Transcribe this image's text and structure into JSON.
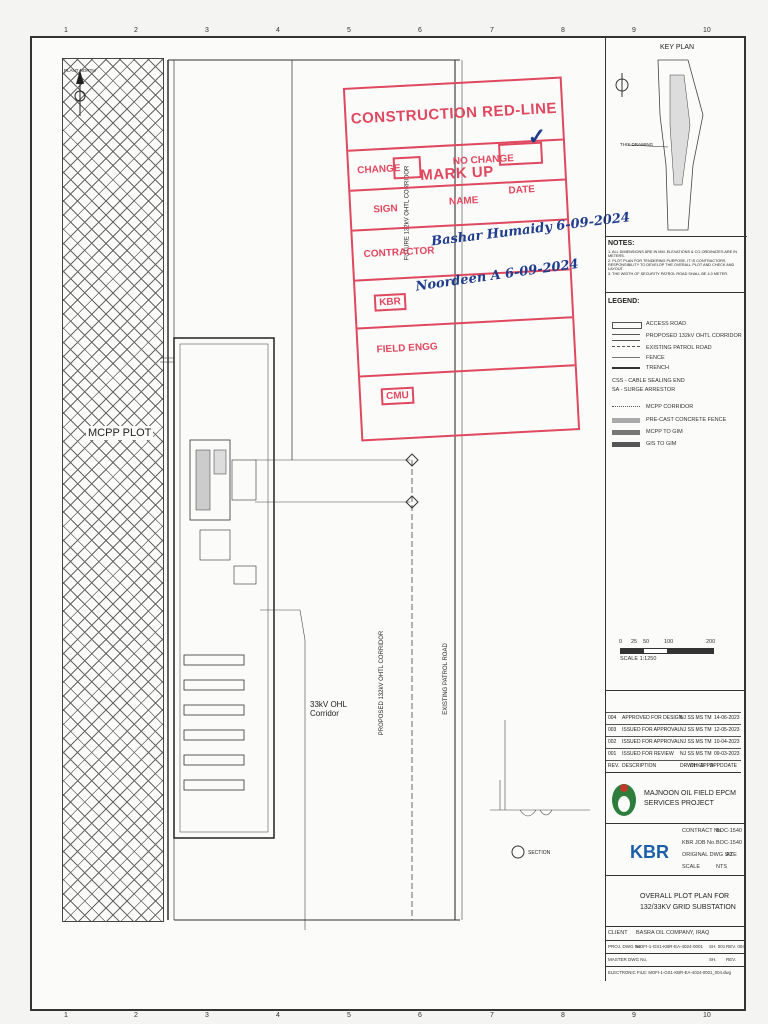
{
  "grid_numbers_top": [
    "1",
    "2",
    "3",
    "4",
    "5",
    "6",
    "7",
    "8",
    "9",
    "10"
  ],
  "grid_numbers_bottom": [
    "1",
    "2",
    "3",
    "4",
    "5",
    "6",
    "7",
    "8",
    "9",
    "10"
  ],
  "key_plan": {
    "title": "KEY PLAN",
    "label": "THIS DRAWING"
  },
  "notes": {
    "title": "NOTES:",
    "items": [
      "1. ALL DIMENSIONS ARE IN MM. ELEVATIONS & CO-ORDINATES ARE IN METERS.",
      "2. PLOT PLAN FOR TENDERING PURPOSE. IT IS CONTRACTORS RESPONSIBILITY TO DEVELOP THE OVERALL PLOT AND CHECK AND LAYOUT.",
      "3. THE WIDTH OF SECURITY PATROL ROAD SHALL BE 4.0 METER."
    ]
  },
  "legend": {
    "title": "LEGEND:",
    "items": [
      "ACCESS ROAD",
      "PROPOSED 132kV OHTL CORRIDOR",
      "EXISTING PATROL ROAD",
      "FENCE",
      "TRENCH",
      "CSS - CABLE SEALING END",
      "SA - SURGE ARRESTOR",
      "MCPP CORRIDOR",
      "PRE-CAST CONCRETE FENCE",
      "MCPP TO GIM",
      "GIS TO GIM"
    ]
  },
  "scale": {
    "ticks": [
      "0",
      "25",
      "50",
      "100",
      "200"
    ],
    "label": "SCALE 1:1250"
  },
  "plan_labels": {
    "mcpp_plot": "MCPP PLOT",
    "ohl_corridor": "33kV OHL Corridor",
    "proposed_corridor": "PROPOSED 132kV OHTL CORRIDOR",
    "existing_patrol": "EXISTING PATROL ROAD",
    "future_corridor": "FUTURE 132kV OHTL CORRIDOR",
    "plant_north": "PLANT NORTH",
    "section": "SECTION"
  },
  "stamp": {
    "header": "CONSTRUCTION RED-LINE MARK UP",
    "change": "CHANGE",
    "no_change": "NO CHANGE",
    "sign": "SIGN",
    "name": "NAME",
    "date": "DATE",
    "contractor": "CONTRACTOR",
    "kbr": "KBR",
    "field_engg": "FIELD ENGG",
    "cmu": "CMU",
    "tick": "✓",
    "sig1": "Bashar Humaidy 6-09-2024",
    "sig2": "Noordeen A 6-09-2024"
  },
  "revisions": {
    "header": [
      "REV.",
      "DESCRIPTION",
      "DRWN",
      "CHKD",
      "APPD",
      "APPD",
      "DATE"
    ],
    "rows": [
      {
        "rev": "004",
        "desc": "APPROVED FOR DESIGN",
        "by": "NJ  SS  MS  TM",
        "date": "14-06-2023"
      },
      {
        "rev": "003",
        "desc": "ISSUED FOR APPROVAL",
        "by": "NJ  SS  MS  TM",
        "date": "12-05-2023"
      },
      {
        "rev": "002",
        "desc": "ISSUED FOR APPROVAL",
        "by": "NJ  SS  MS  TM",
        "date": "10-04-2023"
      },
      {
        "rev": "001",
        "desc": "ISSUED FOR REVIEW",
        "by": "NJ  SS  MS  TM",
        "date": "09-03-2023"
      }
    ]
  },
  "project": {
    "name_line1": "MAJNOON OIL FIELD EPCM",
    "name_line2": "SERVICES PROJECT"
  },
  "kbr": {
    "logo": "KBR",
    "contract_no_label": "CONTRACT No.",
    "contract_no": "BOC-1540",
    "kbr_job_label": "KBR JOB No.",
    "kbr_job": "BOC-1540",
    "orig_size_label": "ORIGINAL DWG SIZE",
    "orig_size": "A1",
    "scale_label": "SCALE",
    "scale": "NTS"
  },
  "title_block": {
    "title_line1": "OVERALL PLOT PLAN FOR",
    "title_line2": "132/33KV GRID SUBSTATION",
    "client_label": "CLIENT",
    "client": "BASRA OIL COMPANY, IRAQ",
    "proj_dwg_label": "PROJ. DWG No.",
    "proj_dwg": "MOFI-1-GS1-KBR-EA-4024-0001",
    "sh_label": "SH. 001",
    "rev_label": "REV. 004",
    "master_dwg_label": "MASTER DWG No.",
    "sh2": "SH.",
    "rev2": "REV.",
    "electronic_file": "ELECTRONIC FILE: MOFI-1-GS1-KBR-EA-4024-0001_004.dwg"
  }
}
